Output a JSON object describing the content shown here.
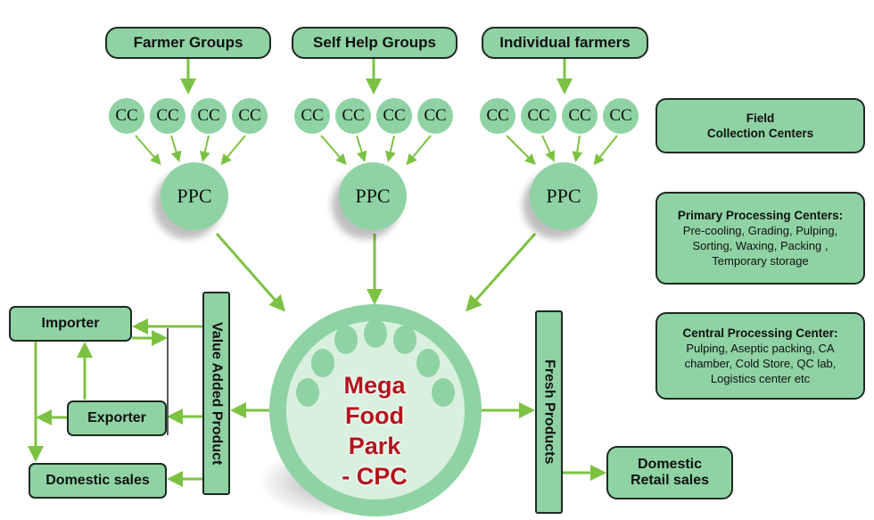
{
  "sources": [
    "Farmer Groups",
    "Self Help Groups",
    "Individual farmers"
  ],
  "cc_label": "CC",
  "ppc_label": "PPC",
  "center": {
    "line1": "Mega",
    "line2": "Food Park",
    "line3": "- CPC"
  },
  "legend": {
    "field": "Field\nCollection Centers",
    "field_l1": "Field",
    "field_l2": "Collection Centers",
    "primary_title": "Primary Processing Centers:",
    "primary_body": "Pre-cooling, Grading, Pulping, Sorting, Waxing, Packing , Temporary storage",
    "central_title": "Central Processing Center:",
    "central_body": "Pulping, Aseptic packing, CA chamber, Cold Store, QC lab, Logistics center etc"
  },
  "left": {
    "value_added": "Value Added Product",
    "importer": "Importer",
    "exporter": "Exporter",
    "domestic": "Domestic sales"
  },
  "right": {
    "fresh": "Fresh Products",
    "retail_l1": "Domestic",
    "retail_l2": "Retail sales"
  },
  "colors": {
    "box": "#8fd3a4",
    "arrow": "#7cc242",
    "text_center": "#b3141b"
  }
}
